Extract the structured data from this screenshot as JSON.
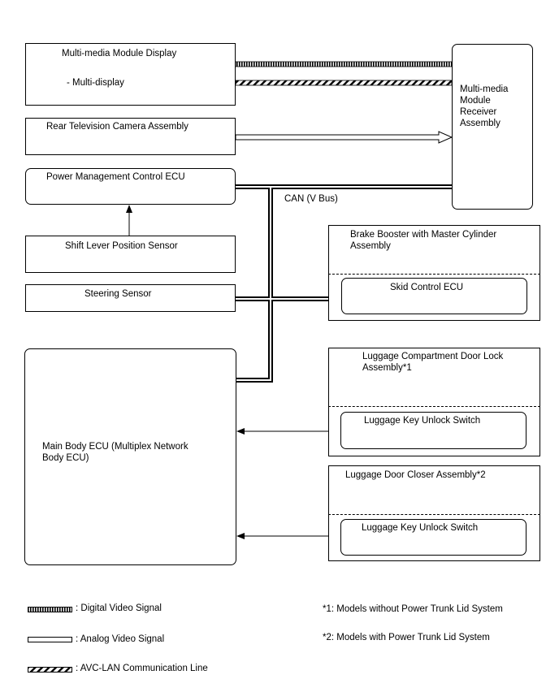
{
  "blocks": {
    "mm_display": {
      "title": "Multi-media Module Display",
      "sub": "- Multi-display"
    },
    "receiver": {
      "title": "Multi-media\nModule\nReceiver\nAssembly"
    },
    "camera": {
      "title": "Rear Television Camera Assembly"
    },
    "power_ecu": {
      "title": "Power Management Control ECU"
    },
    "can_label": "CAN (V Bus)",
    "shift_sensor": {
      "title": "Shift Lever Position Sensor"
    },
    "steering": {
      "title": "Steering Sensor"
    },
    "brake_booster": {
      "title": "Brake Booster with Master Cylinder\nAssembly",
      "inner": "Skid Control ECU"
    },
    "main_body": {
      "title": "Main Body ECU (Multiplex Network\nBody ECU)"
    },
    "luggage_lock": {
      "title": "Luggage Compartment Door Lock\nAssembly*1",
      "inner": "Luggage Key Unlock Switch"
    },
    "door_closer": {
      "title": "Luggage Door Closer Assembly*2",
      "inner": "Luggage Key Unlock Switch"
    }
  },
  "legend": {
    "digital": ": Digital Video Signal",
    "analog": ": Analog Video Signal",
    "avc": ": AVC-LAN Communication Line"
  },
  "notes": {
    "n1": "*1: Models without Power Trunk Lid System",
    "n2": "*2: Models with Power Trunk Lid System"
  }
}
